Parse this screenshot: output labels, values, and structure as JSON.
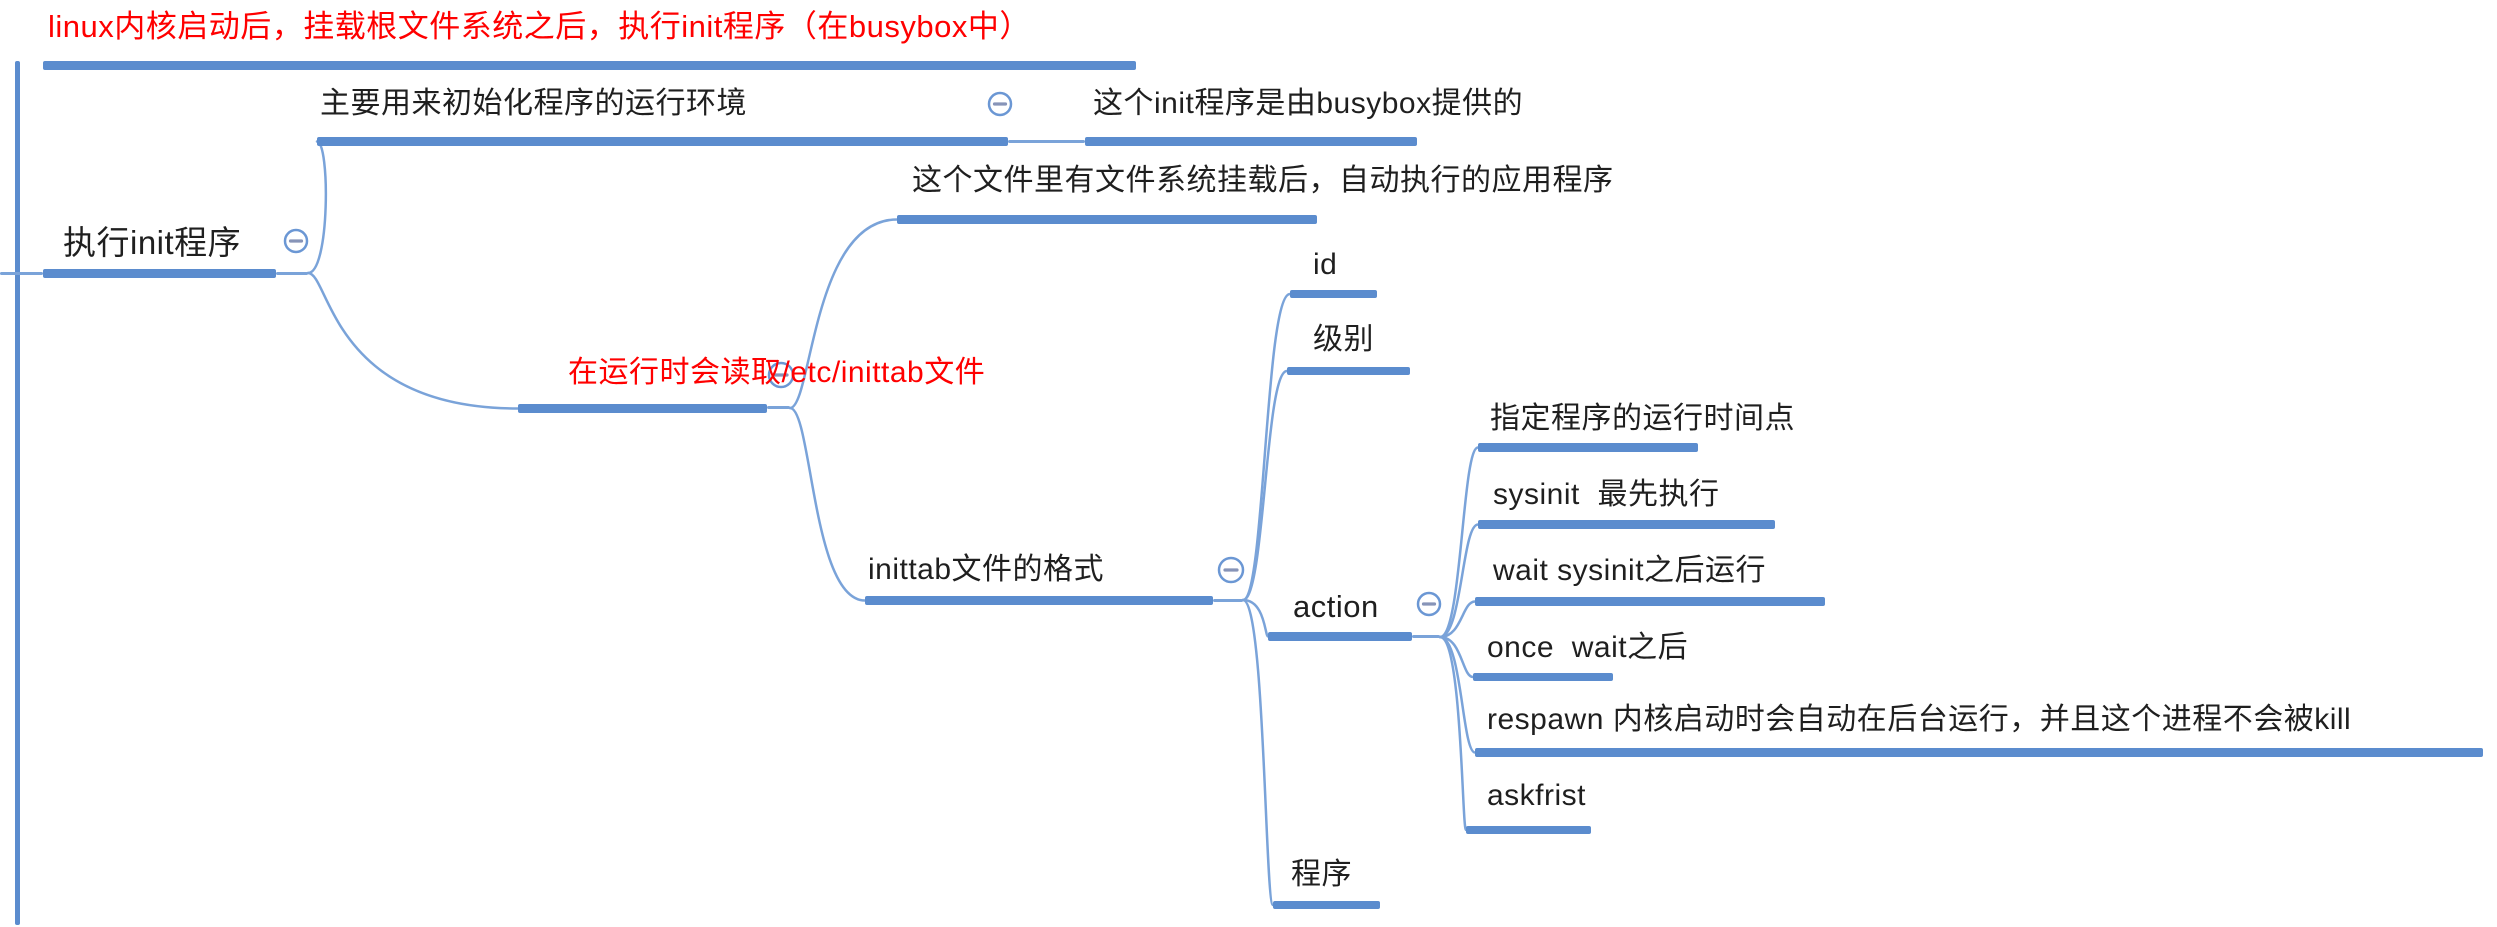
{
  "palette": {
    "bar_blue": "#5b8cce",
    "line_blue": "#7aa3d9",
    "icon_stroke": "#6b97d4",
    "icon_minus": "#8794b8",
    "alert_red": "#ff0000",
    "text_black": "#1f1f1f"
  },
  "title": {
    "text": "linux内核启动后，挂载根文件系统之后，执行init程序（在busybox中）"
  },
  "tree": {
    "label": "执行init程序",
    "children": [
      {
        "label": "主要用来初始化程序的运行环境",
        "children": [
          {
            "label": "这个init程序是由busybox提供的"
          }
        ]
      },
      {
        "label": "在运行时会读取/etc/inittab文件",
        "color": "red",
        "children": [
          {
            "label": "这个文件里有文件系统挂载后，自动执行的应用程序"
          },
          {
            "label": "inittab文件的格式",
            "children": [
              {
                "label": "id"
              },
              {
                "label": "级别"
              },
              {
                "label": "action",
                "children": [
                  {
                    "label": "指定程序的运行时间点"
                  },
                  {
                    "label": "sysinit  最先执行"
                  },
                  {
                    "label": "wait sysinit之后运行"
                  },
                  {
                    "label": "once  wait之后"
                  },
                  {
                    "label": "respawn 内核启动时会自动在后台运行，并且这个进程不会被kill"
                  },
                  {
                    "label": "askfrist"
                  }
                ]
              },
              {
                "label": "程序"
              }
            ]
          }
        ]
      }
    ]
  }
}
